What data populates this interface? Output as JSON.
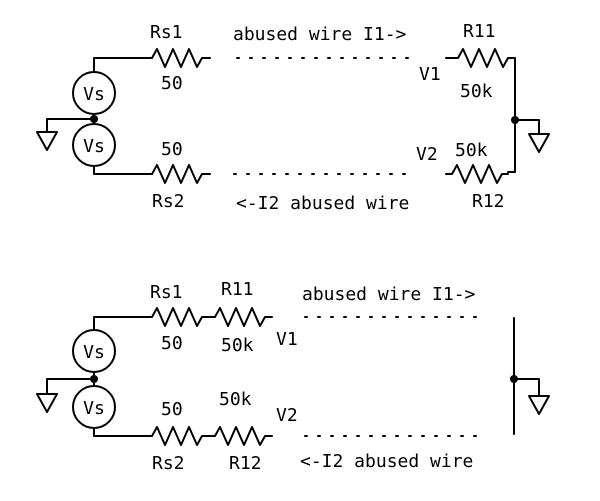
{
  "colors": {
    "line": "#000000",
    "background": "#ffffff"
  },
  "top": {
    "source_label_upper": "Vs",
    "source_label_lower": "Vs",
    "rs1_name": "Rs1",
    "rs1_value": "50",
    "rs2_value": "50",
    "rs2_name": "Rs2",
    "wire1_label": "abused wire I1->",
    "wire2_label": "<-I2 abused wire",
    "r11_name": "R11",
    "r11_value": "50k",
    "r12_value": "50k",
    "r12_name": "R12",
    "v1_label": "V1",
    "v2_label": "V2"
  },
  "bottom": {
    "source_label_upper": "Vs",
    "source_label_lower": "Vs",
    "rs1_name": "Rs1",
    "rs1_value": "50",
    "r11_name": "R11",
    "r11_value": "50k",
    "rs2_value": "50",
    "rs2_name": "Rs2",
    "r12_value": "50k",
    "r12_name": "R12",
    "v1_label": "V1",
    "v2_label": "V2",
    "wire1_label": "abused wire I1->",
    "wire2_label": "<-I2 abused wire"
  }
}
